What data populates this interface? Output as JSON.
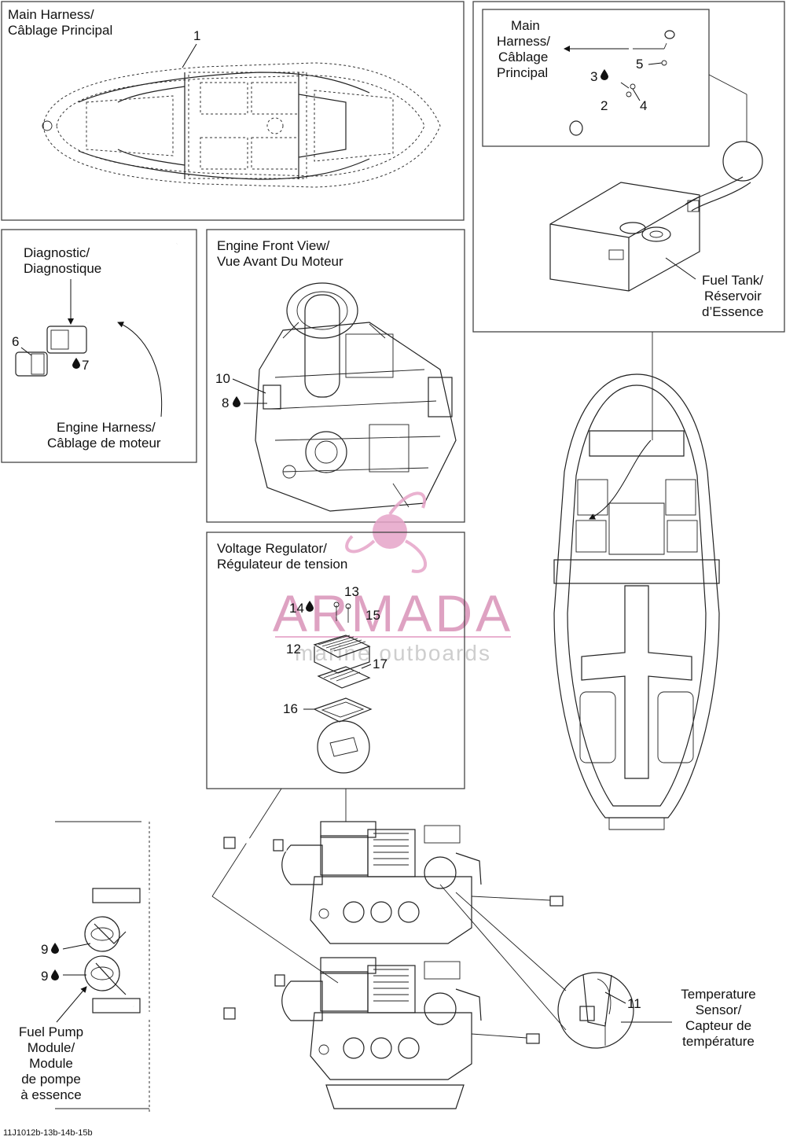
{
  "panels": {
    "main_harness": {
      "title_en": "Main Harness/",
      "title_fr": "Câblage Principal",
      "callout": "1"
    },
    "fuel_tank_detail": {
      "harness_en": "Main",
      "harness_en2": "Harness/",
      "harness_fr": "Câblage",
      "harness_fr2": "Principal",
      "callouts": [
        "3",
        "2",
        "4",
        "5"
      ],
      "tank_en": "Fuel Tank/",
      "tank_fr": "Réservoir",
      "tank_fr2": "d’Essence"
    },
    "diagnostic": {
      "diag_en": "Diagnostic/",
      "diag_fr": "Diagnostique",
      "callouts": [
        "6",
        "7"
      ],
      "engine_harness_en": "Engine Harness/",
      "engine_harness_fr": "Câblage de moteur"
    },
    "engine_front": {
      "title_en": "Engine Front View/",
      "title_fr": "Vue Avant Du Moteur",
      "callouts": [
        "10",
        "8"
      ]
    },
    "voltage_regulator": {
      "title_en": "Voltage Regulator/",
      "title_fr": "Régulateur de tension",
      "callouts": [
        "13",
        "14",
        "15",
        "12",
        "17",
        "16"
      ]
    },
    "fuel_pump": {
      "callouts": [
        "9",
        "9"
      ],
      "label_lines": [
        "Fuel Pump",
        "Module/",
        "Module",
        "de pompe",
        "à essence"
      ]
    },
    "temp_sensor": {
      "callout": "11",
      "label_lines": [
        "Temperature",
        "Sensor/",
        "Capteur de",
        "température"
      ]
    }
  },
  "watermark": {
    "brand": "ARMADA",
    "tagline": "marine outboards",
    "color": "#e6a4c8"
  },
  "footer_code": "11J1012b-13b-14b-15b",
  "colors": {
    "line": "#222222",
    "panel_border": "#444444",
    "drop_icon": "#111111"
  }
}
